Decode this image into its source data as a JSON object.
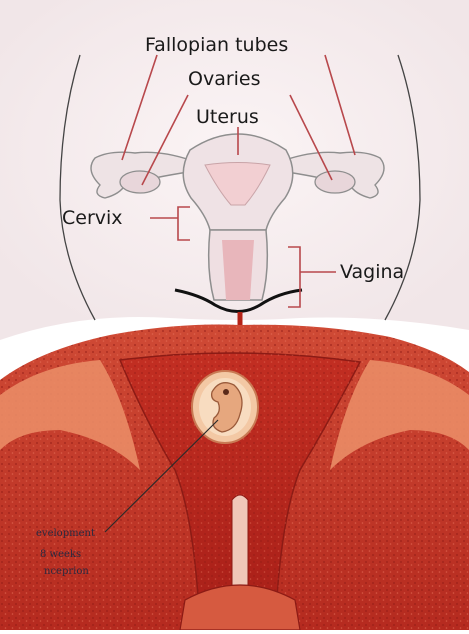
{
  "labels": {
    "fallopian_tubes": "Fallopian tubes",
    "ovaries": "Ovaries",
    "uterus": "Uterus",
    "cervix": "Cervix",
    "vagina": "Vagina"
  },
  "caption": {
    "line1": "evelopment",
    "line2": "8 weeks",
    "line3": "nceprion"
  },
  "colors": {
    "background": "#ffffff",
    "top_panel": "#f6eef0",
    "leader_line": "#b8484c",
    "tissue_dark": "#b3261d",
    "tissue_light": "#e36a4e",
    "organ_outline": "#999999",
    "organ_fill": "#eedfe2"
  }
}
